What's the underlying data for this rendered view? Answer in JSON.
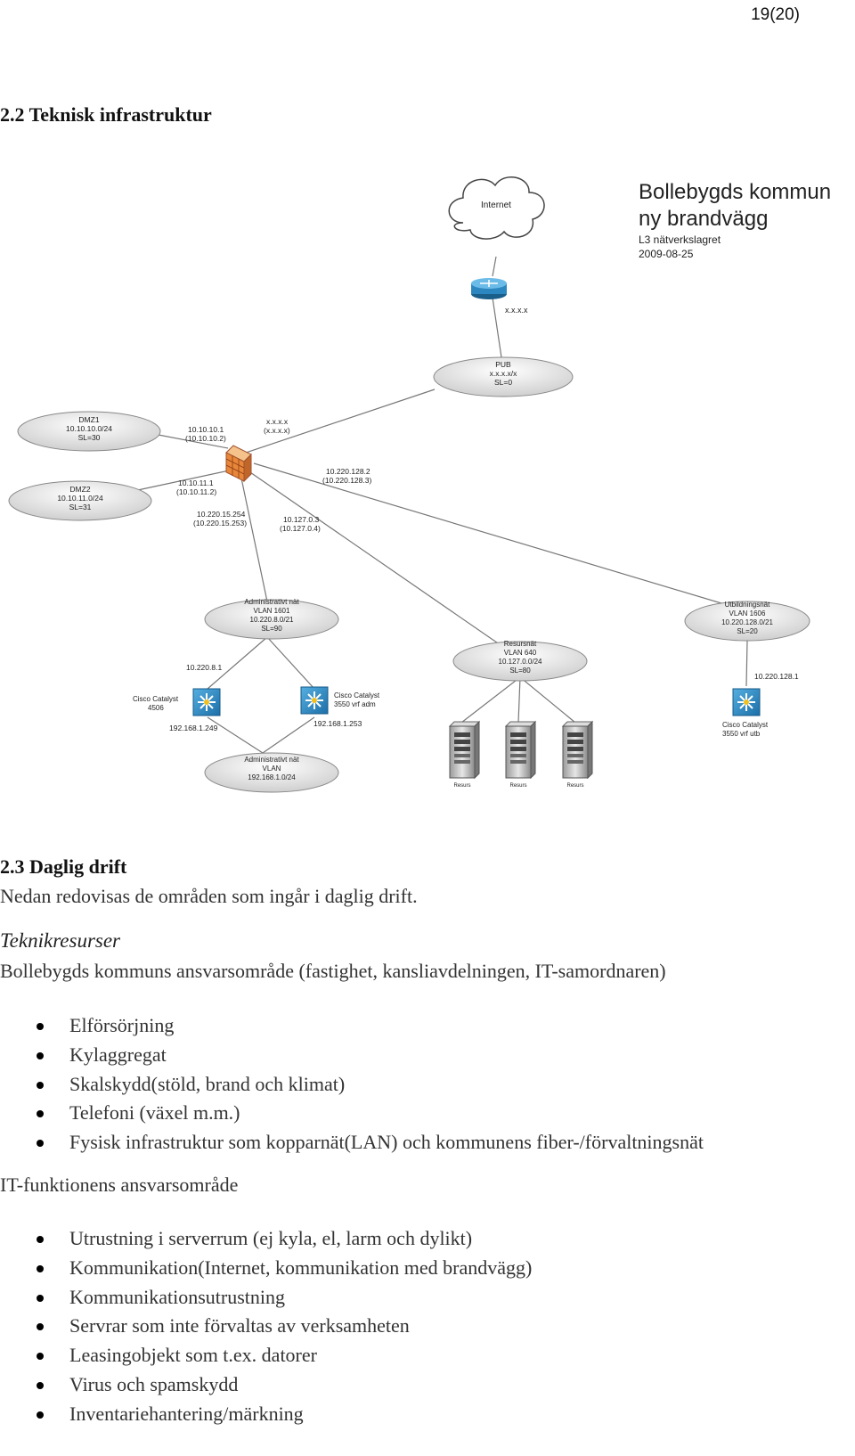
{
  "page_number": "19(20)",
  "section_2_2": {
    "title": "2.2 Teknisk infrastruktur"
  },
  "diagram": {
    "title_line1": "Bollebygds kommun",
    "title_line2": "ny brandvägg",
    "subtitle": "L3 nätverkslagret",
    "date": "2009-08-25",
    "internet": "Internet",
    "router_addr": "x.x.x.x",
    "pub": [
      "PUB",
      "x.x.x.x/x",
      "SL=0"
    ],
    "dmz1": [
      "DMZ1",
      "10.10.10.0/24",
      "SL=30"
    ],
    "dmz2": [
      "DMZ2",
      "10.10.11.0/24",
      "SL=31"
    ],
    "fw_dmz1": [
      "10.10.10.1",
      "(10.10.10.2)"
    ],
    "fw_pub": [
      "x.x.x.x",
      "(x.x.x.x)"
    ],
    "fw_dmz2": [
      "10.10.11.1",
      "(10.10.11.2)"
    ],
    "fw_adm": [
      "10.220.15.254",
      "(10.220.15.253)"
    ],
    "fw_res": [
      "10.127.0.3",
      "(10.127.0.4)"
    ],
    "fw_utb": [
      "10.220.128.2",
      "(10.220.128.3)"
    ],
    "adm_net": [
      "Administrativt nät",
      "VLAN 1601",
      "10.220.8.0/21",
      "SL=90"
    ],
    "res_net": [
      "Resursnät",
      "VLAN 640",
      "10.127.0.0/24",
      "SL=80"
    ],
    "utb_net": [
      "Utbildningsnät",
      "VLAN 1606",
      "10.220.128.0/21",
      "SL=20"
    ],
    "adm_vlan": [
      "Administrativt nät",
      "VLAN",
      "192.168.1.0/24"
    ],
    "cat4506_ip": "10.220.8.1",
    "cat4506": [
      "Cisco Catalyst",
      "4506"
    ],
    "cat4506_lan": "192.168.1.249",
    "cat3550adm": [
      "Cisco Catalyst",
      "3550 vrf adm"
    ],
    "cat3550adm_lan": "192.168.1.253",
    "utb_ip": "10.220.128.1",
    "cat3550utb": [
      "Cisco Catalyst",
      "3550 vrf utb"
    ],
    "server_label": "Resurs"
  },
  "section_2_3": {
    "title": "2.3 Daglig drift",
    "intro": "Nedan redovisas de områden som ingår i daglig drift."
  },
  "teknikresurser": {
    "heading": "Teknikresurser",
    "desc": "Bollebygds kommuns ansvarsområde (fastighet, kansliavdelningen, IT-samordnaren)",
    "items": [
      "Elförsörjning",
      "Kylaggregat",
      "Skalskydd(stöld, brand och klimat)",
      "Telefoni (växel m.m.)",
      "Fysisk infrastruktur som kopparnät(LAN) och kommunens fiber-/förvaltningsnät"
    ]
  },
  "it_funktion": {
    "desc": "IT-funktionens ansvarsområde",
    "items": [
      "Utrustning i serverrum (ej kyla, el, larm och dylikt)",
      "Kommunikation(Internet, kommunikation med brandvägg)",
      "Kommunikationsutrustning",
      "Servrar som inte förvaltas av verksamheten",
      "Leasingobjekt som t.ex. datorer",
      "Virus och spamskydd",
      "Inventariehantering/märkning"
    ]
  }
}
